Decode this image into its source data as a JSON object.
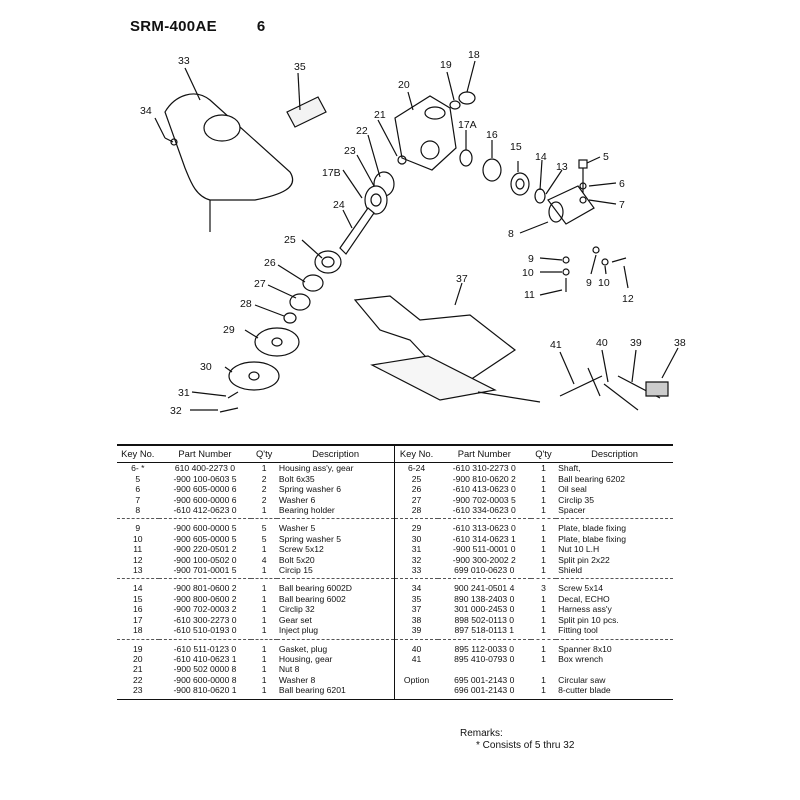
{
  "header": {
    "model": "SRM-400AE",
    "page": "6"
  },
  "callouts": [
    "33",
    "35",
    "34",
    "18",
    "19",
    "20",
    "21",
    "22",
    "17A",
    "16",
    "15",
    "14",
    "13",
    "5",
    "6",
    "7",
    "23",
    "17B",
    "24",
    "25",
    "26",
    "27",
    "28",
    "29",
    "30",
    "31",
    "32",
    "37",
    "8",
    "9",
    "10",
    "11",
    "9",
    "10",
    "12",
    "41",
    "40",
    "39",
    "38"
  ],
  "table": {
    "headers": {
      "key": "Key No.",
      "part": "Part Number",
      "qty": "Q'ty",
      "desc": "Description"
    },
    "rows": [
      {
        "l": {
          "key": "6-  *",
          "part": "610  400-2273  0",
          "qty": "1",
          "desc": "Housing ass'y, gear"
        },
        "r": {
          "key": "6-24",
          "part": "-610  310-2273  0",
          "qty": "1",
          "desc": "Shaft,"
        }
      },
      {
        "l": {
          "key": "5",
          "part": "-900  100-0603  5",
          "qty": "2",
          "desc": "Bolt 6x35"
        },
        "r": {
          "key": "25",
          "part": "-900  810-0620  2",
          "qty": "1",
          "desc": "Ball bearing 6202"
        }
      },
      {
        "l": {
          "key": "6",
          "part": "-900  605-0000  6",
          "qty": "2",
          "desc": "Spring washer 6"
        },
        "r": {
          "key": "26",
          "part": "-610  413-0623  0",
          "qty": "1",
          "desc": "Oil seal"
        }
      },
      {
        "l": {
          "key": "7",
          "part": "-900  600-0000  6",
          "qty": "2",
          "desc": "Washer 6"
        },
        "r": {
          "key": "27",
          "part": "-900  702-0003  5",
          "qty": "1",
          "desc": "Circlip 35"
        }
      },
      {
        "l": {
          "key": "8",
          "part": "-610  412-0623  0",
          "qty": "1",
          "desc": "Bearing holder"
        },
        "r": {
          "key": "28",
          "part": "-610  334-0623  0",
          "qty": "1",
          "desc": "Spacer"
        }
      },
      {
        "l": {
          "key": "9",
          "part": "-900  600-0000  5",
          "qty": "5",
          "desc": "Washer 5"
        },
        "r": {
          "key": "29",
          "part": "-610  313-0623  0",
          "qty": "1",
          "desc": "Plate, blade fixing"
        }
      },
      {
        "l": {
          "key": "10",
          "part": "-900  605-0000  5",
          "qty": "5",
          "desc": "Spring washer 5"
        },
        "r": {
          "key": "30",
          "part": "-610  314-0623  1",
          "qty": "1",
          "desc": "Plate, blabe fixing"
        }
      },
      {
        "l": {
          "key": "11",
          "part": "-900  220-0501  2",
          "qty": "1",
          "desc": "Screw 5x12"
        },
        "r": {
          "key": "31",
          "part": "-900  511-0001  0",
          "qty": "1",
          "desc": "Nut 10 L.H"
        }
      },
      {
        "l": {
          "key": "12",
          "part": "-900  100-0502  0",
          "qty": "4",
          "desc": "Bolt 5x20"
        },
        "r": {
          "key": "32",
          "part": "-900  300-2002  2",
          "qty": "1",
          "desc": "Split pin 2x22"
        }
      },
      {
        "l": {
          "key": "13",
          "part": "-900  701-0001  5",
          "qty": "1",
          "desc": "Circip 15"
        },
        "r": {
          "key": "33",
          "part": "699  010-0623  0",
          "qty": "1",
          "desc": "Shield"
        }
      },
      {
        "l": {
          "key": "14",
          "part": "-900  801-0600  2",
          "qty": "1",
          "desc": "Ball bearing 6002D"
        },
        "r": {
          "key": "34",
          "part": "900  241-0501  4",
          "qty": "3",
          "desc": "Screw 5x14"
        }
      },
      {
        "l": {
          "key": "15",
          "part": "-900  800-0600  2",
          "qty": "1",
          "desc": "Ball bearing 6002"
        },
        "r": {
          "key": "35",
          "part": "890  138-2403  0",
          "qty": "1",
          "desc": "Decal, ECHO"
        }
      },
      {
        "l": {
          "key": "16",
          "part": "-900  702-0003  2",
          "qty": "1",
          "desc": "Circlip 32"
        },
        "r": {
          "key": "37",
          "part": "301  000-2453  0",
          "qty": "1",
          "desc": "Harness ass'y"
        }
      },
      {
        "l": {
          "key": "17",
          "part": "-610  300-2273  0",
          "qty": "1",
          "desc": "Gear set"
        },
        "r": {
          "key": "38",
          "part": "898  502-0113  0",
          "qty": "1",
          "desc": "Split pin 10 pcs."
        }
      },
      {
        "l": {
          "key": "18",
          "part": "-610  510-0193  0",
          "qty": "1",
          "desc": "Inject plug"
        },
        "r": {
          "key": "39",
          "part": "897  518-0113  1",
          "qty": "1",
          "desc": "Fitting tool"
        }
      },
      {
        "l": {
          "key": "19",
          "part": "-610  511-0123  0",
          "qty": "1",
          "desc": "Gasket, plug"
        },
        "r": {
          "key": "40",
          "part": "895  112-0033  0",
          "qty": "1",
          "desc": "Spanner 8x10"
        }
      },
      {
        "l": {
          "key": "20",
          "part": "-610  410-0623  1",
          "qty": "1",
          "desc": "Housing, gear"
        },
        "r": {
          "key": "41",
          "part": "895  410-0793  0",
          "qty": "1",
          "desc": "Box wrench"
        }
      },
      {
        "l": {
          "key": "21",
          "part": "-900  502  0000  8",
          "qty": "1",
          "desc": "Nut 8"
        },
        "r": {
          "key": "",
          "part": "",
          "qty": "",
          "desc": ""
        }
      },
      {
        "l": {
          "key": "22",
          "part": "-900  600-0000  8",
          "qty": "1",
          "desc": "Washer 8"
        },
        "r": {
          "key": "Option",
          "part": "695  001-2143  0",
          "qty": "1",
          "desc": "Circular saw"
        }
      },
      {
        "l": {
          "key": "23",
          "part": "-900  810-0620  1",
          "qty": "1",
          "desc": "Ball bearing 6201"
        },
        "r": {
          "key": "",
          "part": "696  001-2143  0",
          "qty": "1",
          "desc": "8-cutter blade"
        }
      }
    ]
  },
  "remarks": {
    "label": "Remarks:",
    "note": "*  Consists of 5 thru 32"
  }
}
